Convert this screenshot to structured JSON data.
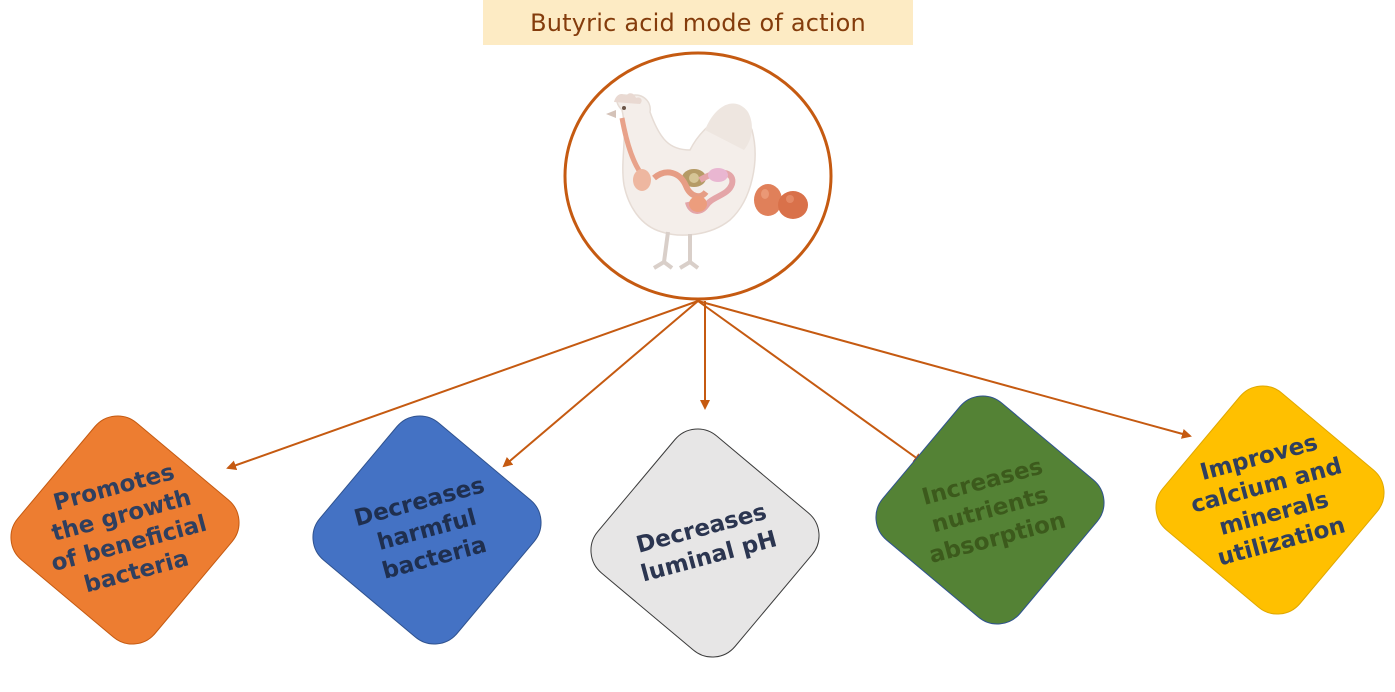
{
  "title": "Butyric acid mode of action",
  "hub": {
    "image_description_icon": "chicken-digestive-tract-with-eggs-illustration"
  },
  "colors": {
    "accent": "#c55a11",
    "title_bg": "#fdebc4",
    "orange": "#ed7d31",
    "blue": "#4472c4",
    "grey": "#e7e6e6",
    "green": "#548235",
    "yellow": "#ffc000"
  },
  "effects": [
    {
      "label": "Promotes the growth of beneficial bacteria"
    },
    {
      "label": "Decreases harmful bacteria"
    },
    {
      "label": "Decreases luminal pH"
    },
    {
      "label": "Increases nutrients absorption"
    },
    {
      "label": "Improves calcium and minerals utilization"
    }
  ]
}
